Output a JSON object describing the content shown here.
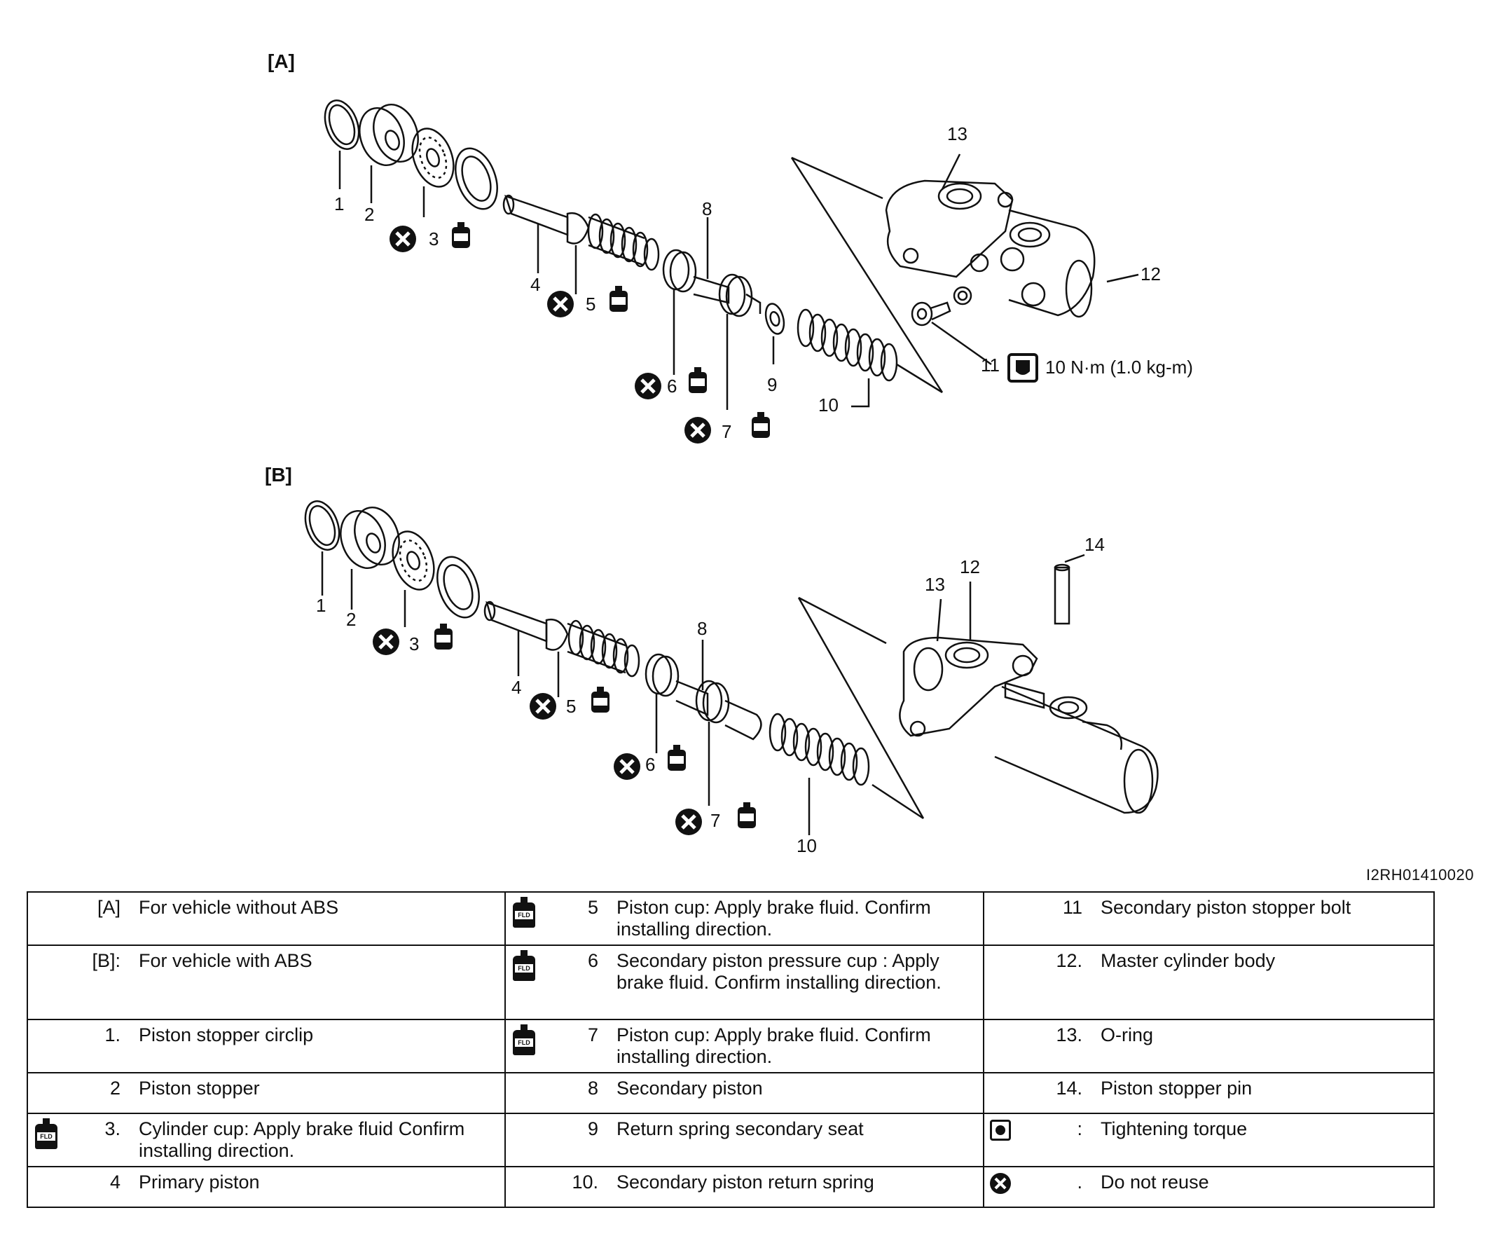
{
  "diagram": {
    "section_a_label": "[A]",
    "section_b_label": "[B]",
    "figure_id": "I2RH01410020",
    "callouts_a": [
      "1",
      "2",
      "3",
      "4",
      "5",
      "6",
      "7",
      "8",
      "9",
      "10",
      "11",
      "12",
      "13"
    ],
    "callouts_b": [
      "1",
      "2",
      "3",
      "4",
      "5",
      "6",
      "7",
      "8",
      "10",
      "12",
      "13",
      "14"
    ],
    "torque_spec": "10 N·m (1.0 kg-m)",
    "icons": {
      "fluid": "brake-fluid-bottle-icon",
      "no_reuse": "do-not-reuse-icon",
      "torque": "tightening-torque-icon"
    },
    "icon_text": "FLD"
  },
  "legend": {
    "rows": [
      [
        {
          "num": "[A]",
          "text": "For vehicle without ABS"
        },
        {
          "num": "5",
          "text": "Piston cup: Apply brake fluid. Confirm installing direction.",
          "icon": "fluid"
        },
        {
          "num": "11",
          "text": "Secondary piston stopper bolt"
        }
      ],
      [
        {
          "num": "[B]:",
          "text": "For vehicle with ABS"
        },
        {
          "num": "6",
          "text": "Secondary piston pressure cup : Apply brake fluid. Confirm installing direction.",
          "icon": "fluid"
        },
        {
          "num": "12.",
          "text": "Master cylinder body"
        }
      ],
      [
        {
          "num": "1.",
          "text": "Piston stopper circlip"
        },
        {
          "num": "7",
          "text": "Piston cup: Apply brake fluid. Confirm installing direction.",
          "icon": "fluid"
        },
        {
          "num": "13.",
          "text": "O-ring"
        }
      ],
      [
        {
          "num": "2",
          "text": "Piston stopper"
        },
        {
          "num": "8",
          "text": "Secondary piston"
        },
        {
          "num": "14.",
          "text": "Piston stopper pin"
        }
      ],
      [
        {
          "num": "3.",
          "text": "Cylinder cup: Apply brake fluid  Confirm installing direction.",
          "icon": "fluid"
        },
        {
          "num": "9",
          "text": "Return spring secondary seat"
        },
        {
          "num": ":",
          "text": "Tightening torque",
          "icon": "torque"
        }
      ],
      [
        {
          "num": "4",
          "text": "Primary piston"
        },
        {
          "num": "10.",
          "text": "Secondary piston return spring"
        },
        {
          "num": ".",
          "text": "Do not reuse",
          "icon": "no_reuse"
        }
      ]
    ]
  }
}
